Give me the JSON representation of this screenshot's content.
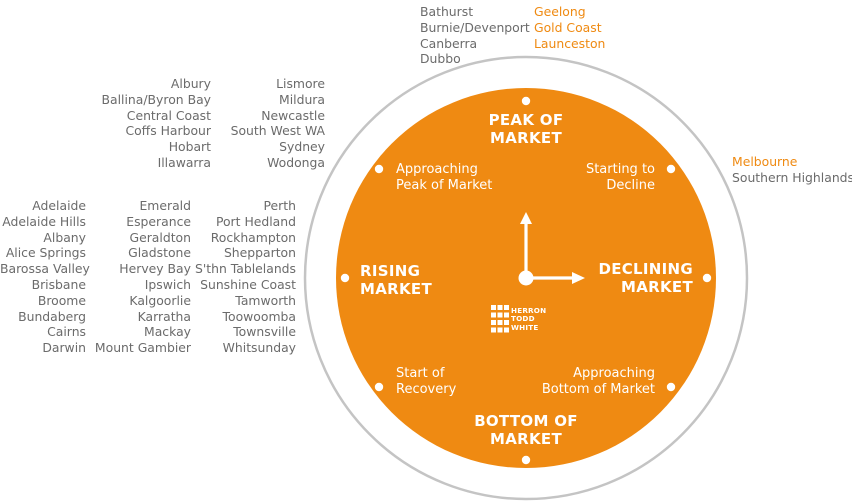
{
  "phases": {
    "peak": [
      "PEAK OF",
      "MARKET"
    ],
    "declining": [
      "DECLINING",
      "MARKET"
    ],
    "bottom": [
      "BOTTOM OF",
      "MARKET"
    ],
    "rising": [
      "RISING",
      "MARKET"
    ],
    "approaching_peak": [
      "Approaching",
      "Peak of Market"
    ],
    "starting_decline": [
      "Starting to",
      "Decline"
    ],
    "approaching_bottom": [
      "Approaching",
      "Bottom of Market"
    ],
    "start_recovery": [
      "Start of",
      "Recovery"
    ]
  },
  "locations": {
    "peak_top_left": [
      "Bathurst",
      "Burnie/Devenport",
      "Canberra",
      "Dubbo"
    ],
    "peak_top_right": [
      "Geelong",
      "Gold Coast",
      "Launceston"
    ],
    "approaching_peak_col1": [
      "Albury",
      "Ballina/Byron Bay",
      "Central Coast",
      "Coffs Harbour",
      "Hobart",
      "Illawarra"
    ],
    "approaching_peak_col2": [
      "Lismore",
      "Mildura",
      "Newcastle",
      "South West WA",
      "Sydney",
      "Wodonga"
    ],
    "starting_decline_orange": [
      "Melbourne"
    ],
    "starting_decline_grey": [
      "Southern Highlands"
    ],
    "rising_col1": [
      "Adelaide",
      "Adelaide Hills",
      "Albany",
      "Alice Springs",
      "Barossa Valley",
      "Brisbane",
      "Broome",
      "Bundaberg",
      "Cairns",
      "Darwin"
    ],
    "rising_col2": [
      "Emerald",
      "Esperance",
      "Geraldton",
      "Gladstone",
      "Hervey Bay",
      "Ipswich",
      "Kalgoorlie",
      "Karratha",
      "Mackay",
      "Mount Gambier"
    ],
    "rising_col3": [
      "Perth",
      "Port Hedland",
      "Rockhampton",
      "Shepparton",
      "S'thn Tablelands",
      "Sunshine Coast",
      "Tamworth",
      "Toowoomba",
      "Townsville",
      "Whitsunday"
    ]
  },
  "logo": {
    "lines": [
      "HERRON",
      "TODD",
      "WHITE"
    ]
  },
  "colors": {
    "orange": "#ef8a12",
    "ring": "#bdbdbd",
    "grey_text": "#6b6b6b",
    "white": "#ffffff"
  }
}
